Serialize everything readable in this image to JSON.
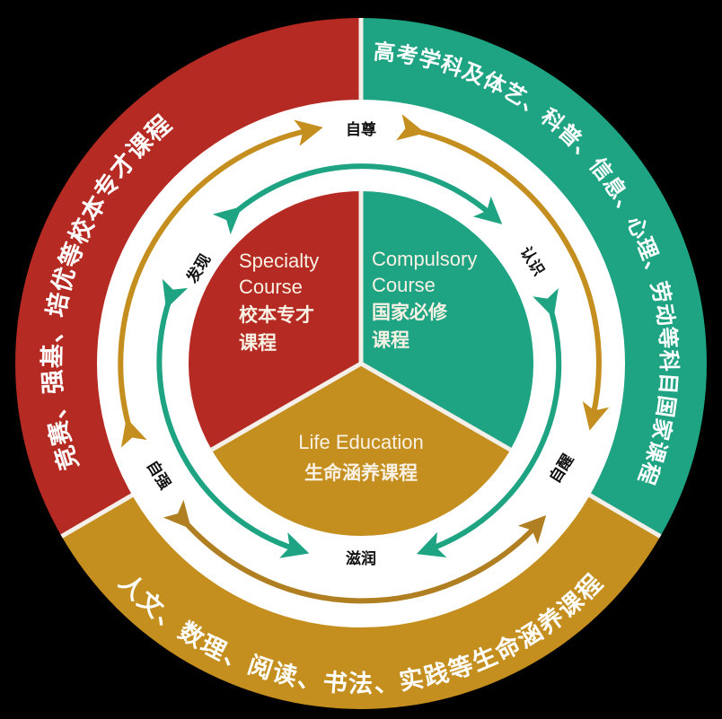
{
  "colors": {
    "specialty": "#b52a22",
    "compulsory": "#1ea383",
    "life": "#c58f1f",
    "gold_arrow": "#c58f1f",
    "teal_arrow": "#1ea383",
    "ring_white": "#ffffff",
    "background": "#000000"
  },
  "outer_ring": {
    "specialty_text": "竞赛、强基、培优等校本专才课程",
    "compulsory_text": "高考学科及体艺、科普、信息、心理、劳动等科目国家课程",
    "life_text": "人文、数理、阅读、书法、实践等生命涵养课程"
  },
  "cycle_labels": {
    "top": "自尊",
    "upper_left": "发现",
    "upper_right": "认识",
    "lower_left": "自强",
    "lower_right": "自醒",
    "bottom": "滋润"
  },
  "pie": {
    "specialty": {
      "en_line1": "Specialty",
      "en_line2": "Course",
      "zh_line1": "校本专才",
      "zh_line2": "课程"
    },
    "compulsory": {
      "en_line1": "Compulsory",
      "en_line2": "Course",
      "zh_line1": "国家必修",
      "zh_line2": "课程"
    },
    "life": {
      "en_line1": "Life Education",
      "zh_line1": "生命涵养课程"
    }
  }
}
